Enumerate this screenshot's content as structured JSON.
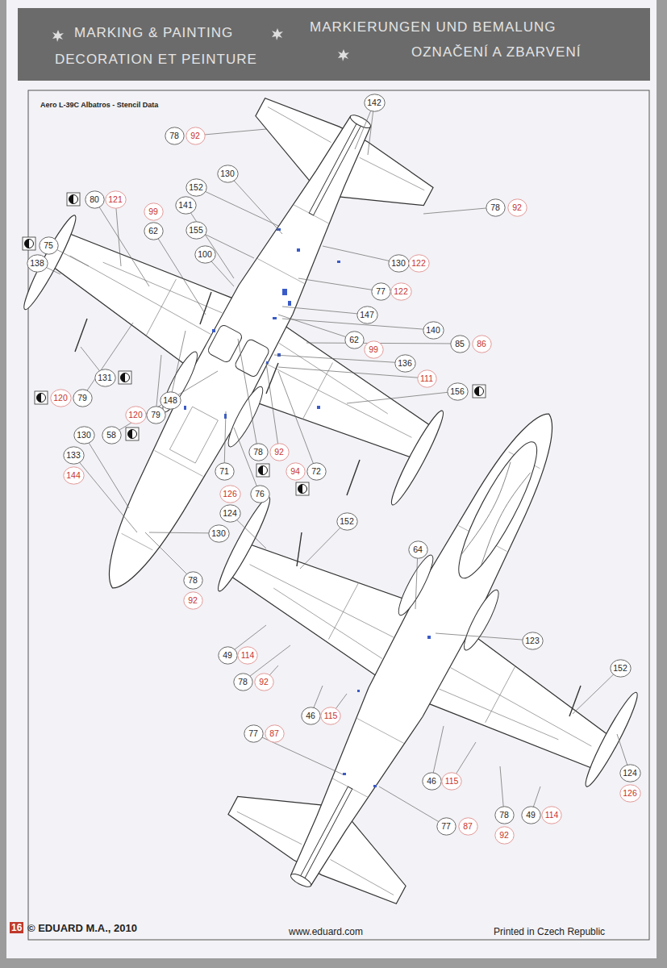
{
  "diagram": {
    "nodes": [
      {
        "text": [
          "142"
        ]
      },
      {
        "text": [
          "78"
        ]
      },
      {
        "text": [
          "92"
        ]
      },
      {
        "text": [
          "130"
        ]
      },
      {
        "text": [
          "152"
        ]
      },
      {
        "text": [
          "80"
        ]
      },
      {
        "text": [
          "121"
        ]
      },
      {
        "text": [
          "141"
        ]
      },
      {
        "text": [
          "78"
        ]
      },
      {
        "text": [
          "92"
        ]
      },
      {
        "text": [
          "99"
        ]
      },
      {
        "text": [
          "155"
        ]
      },
      {
        "text": [
          "62"
        ]
      },
      {
        "text": [
          "75"
        ]
      },
      {
        "text": [
          "100"
        ]
      },
      {
        "text": [
          "138"
        ]
      },
      {
        "text": [
          "130"
        ]
      },
      {
        "text": [
          "122"
        ]
      },
      {
        "text": [
          "77"
        ]
      },
      {
        "text": [
          "122"
        ]
      },
      {
        "text": [
          "147"
        ]
      },
      {
        "text": [
          "140"
        ]
      },
      {
        "text": [
          "62"
        ]
      },
      {
        "text": [
          "85"
        ]
      },
      {
        "text": [
          "86"
        ]
      },
      {
        "text": [
          "99"
        ]
      },
      {
        "text": [
          "136"
        ]
      },
      {
        "text": [
          "131"
        ]
      },
      {
        "text": [
          "111"
        ]
      },
      {
        "text": [
          "156"
        ]
      },
      {
        "text": [
          "120"
        ]
      },
      {
        "text": [
          "79"
        ]
      },
      {
        "text": [
          "148"
        ]
      },
      {
        "text": [
          "120"
        ]
      },
      {
        "text": [
          "79"
        ]
      },
      {
        "text": [
          "130"
        ]
      },
      {
        "text": [
          "58"
        ]
      },
      {
        "text": [
          "78"
        ]
      },
      {
        "text": [
          "92"
        ]
      },
      {
        "text": [
          "133"
        ]
      },
      {
        "text": [
          "71"
        ]
      },
      {
        "text": [
          "94"
        ]
      },
      {
        "text": [
          "72"
        ]
      },
      {
        "text": [
          "144"
        ]
      },
      {
        "text": [
          "126"
        ]
      },
      {
        "text": [
          "76"
        ]
      },
      {
        "text": [
          "124"
        ]
      },
      {
        "text": [
          "152"
        ]
      },
      {
        "text": [
          "130"
        ]
      },
      {
        "text": [
          "64"
        ]
      },
      {
        "text": [
          "78"
        ]
      },
      {
        "text": [
          "92"
        ]
      },
      {
        "text": [
          "123"
        ]
      },
      {
        "text": [
          "49"
        ]
      },
      {
        "text": [
          "114"
        ]
      },
      {
        "text": [
          "152"
        ]
      },
      {
        "text": [
          "78"
        ]
      },
      {
        "text": [
          "92"
        ]
      },
      {
        "text": [
          "46"
        ]
      },
      {
        "text": [
          "115"
        ]
      },
      {
        "text": [
          "77"
        ]
      },
      {
        "text": [
          "87"
        ]
      },
      {
        "text": [
          "124"
        ]
      },
      {
        "text": [
          "46"
        ]
      },
      {
        "text": [
          "115"
        ]
      },
      {
        "text": [
          "126"
        ]
      },
      {
        "text": [
          "78"
        ]
      },
      {
        "text": [
          "49"
        ]
      },
      {
        "text": [
          "114"
        ]
      },
      {
        "text": [
          "77"
        ]
      },
      {
        "text": [
          "87"
        ]
      },
      {
        "text": [
          "92"
        ]
      }
    ],
    "labels": [
      "MARKING & PAINTING",
      "MARKIERUNGEN UND BEMALUNG",
      "DECORATION ET PEINTURE",
      "OZNAČENÍ A ZBARVENÍ",
      "Aero L-39C Albatros  - Stencil Data",
      "16",
      "© EDUARD M.A., 2010",
      "www.eduard.com",
      "Printed in Czech Republic"
    ]
  }
}
